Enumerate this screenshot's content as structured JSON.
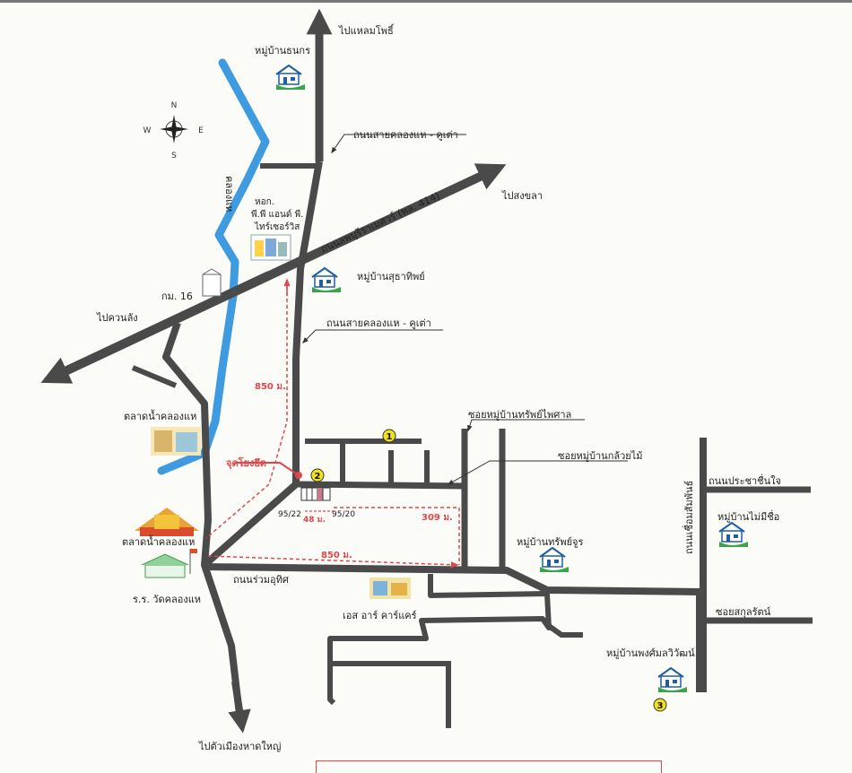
{
  "labels": {
    "to_laem_pho": "ไปแหลมโพธิ์",
    "village_thanakorn": "หมู่บ้านธนกร",
    "road_sai_khlong_hae_top": "ถนนสายคลองแห - คูเต่า",
    "to_songkhla": "ไปสงขลา",
    "canal": "คลองแห",
    "dorm_line1": "หอก.",
    "dorm_line2": "พี.พี แอนด์ พี.",
    "dorm_line3": "ไทร์เซอร์วิส",
    "road_kanchanawanit": "ถนนลพบุรีราเมศวร์ (ทล. 414)",
    "village_sutthathip": "หมู่บ้านสุธาทิพย์",
    "km16": "กม. 16",
    "to_khuan_lang": "ไปควนลัง",
    "road_sai_khlong_hae_mid": "ถนนสายคลองแห - คูเต่า",
    "dist_850_vertical": "850 ม.",
    "floating_market": "ตลาดน้ำคลองแห",
    "soi_sap_phaisan": "ซอยหมู่บ้านทรัพย์ไพศาล",
    "soi_kluay_mai": "ซอยหมู่บ้านกล้วยไม้",
    "connect_point": "จุดโยงยึด",
    "house_9522": "95/22",
    "house_9520": "95/20",
    "dist_48": "48 ม.",
    "dist_309": "309 ม.",
    "road_prachachuen": "ถนนประชาชื่นใจ",
    "road_chuam_samphan": "ถนนเชื่อมสัมพันธ์",
    "village_mai_mi_chue": "หมู่บ้านไม่มีชื่อ",
    "floating_market_2": "ตลาดน้ำคลองแห",
    "dist_850_horizontal": "850 ม.",
    "village_sap_charoen": "หมู่บ้านทรัพย์จูร",
    "school": "ร.ร. วัดคลองแห",
    "road_ruam_uthit": "ถนนร่วมอุทิศ",
    "sr_car_care": "เอส อาร์ คาร์แคร์",
    "soi_sakulrat": "ซอยสกุลรัตน์",
    "village_phongsomwiwat": "หมู่บ้านพงศ์มลวิวัฒน์",
    "to_hat_yai": "ไปตัวเมืองหาดใหญ่"
  },
  "markers": {
    "m1": "1",
    "m2": "2",
    "m3": "3"
  },
  "compass": {
    "n": "N",
    "s": "S",
    "e": "E",
    "w": "W"
  },
  "colors": {
    "road": "#4a4a4a",
    "canal": "#3f9be0",
    "route": "#e0474c",
    "marker": "#f2e21c",
    "house_roof": "#1f5fa0",
    "house_ground": "#3da34a"
  }
}
